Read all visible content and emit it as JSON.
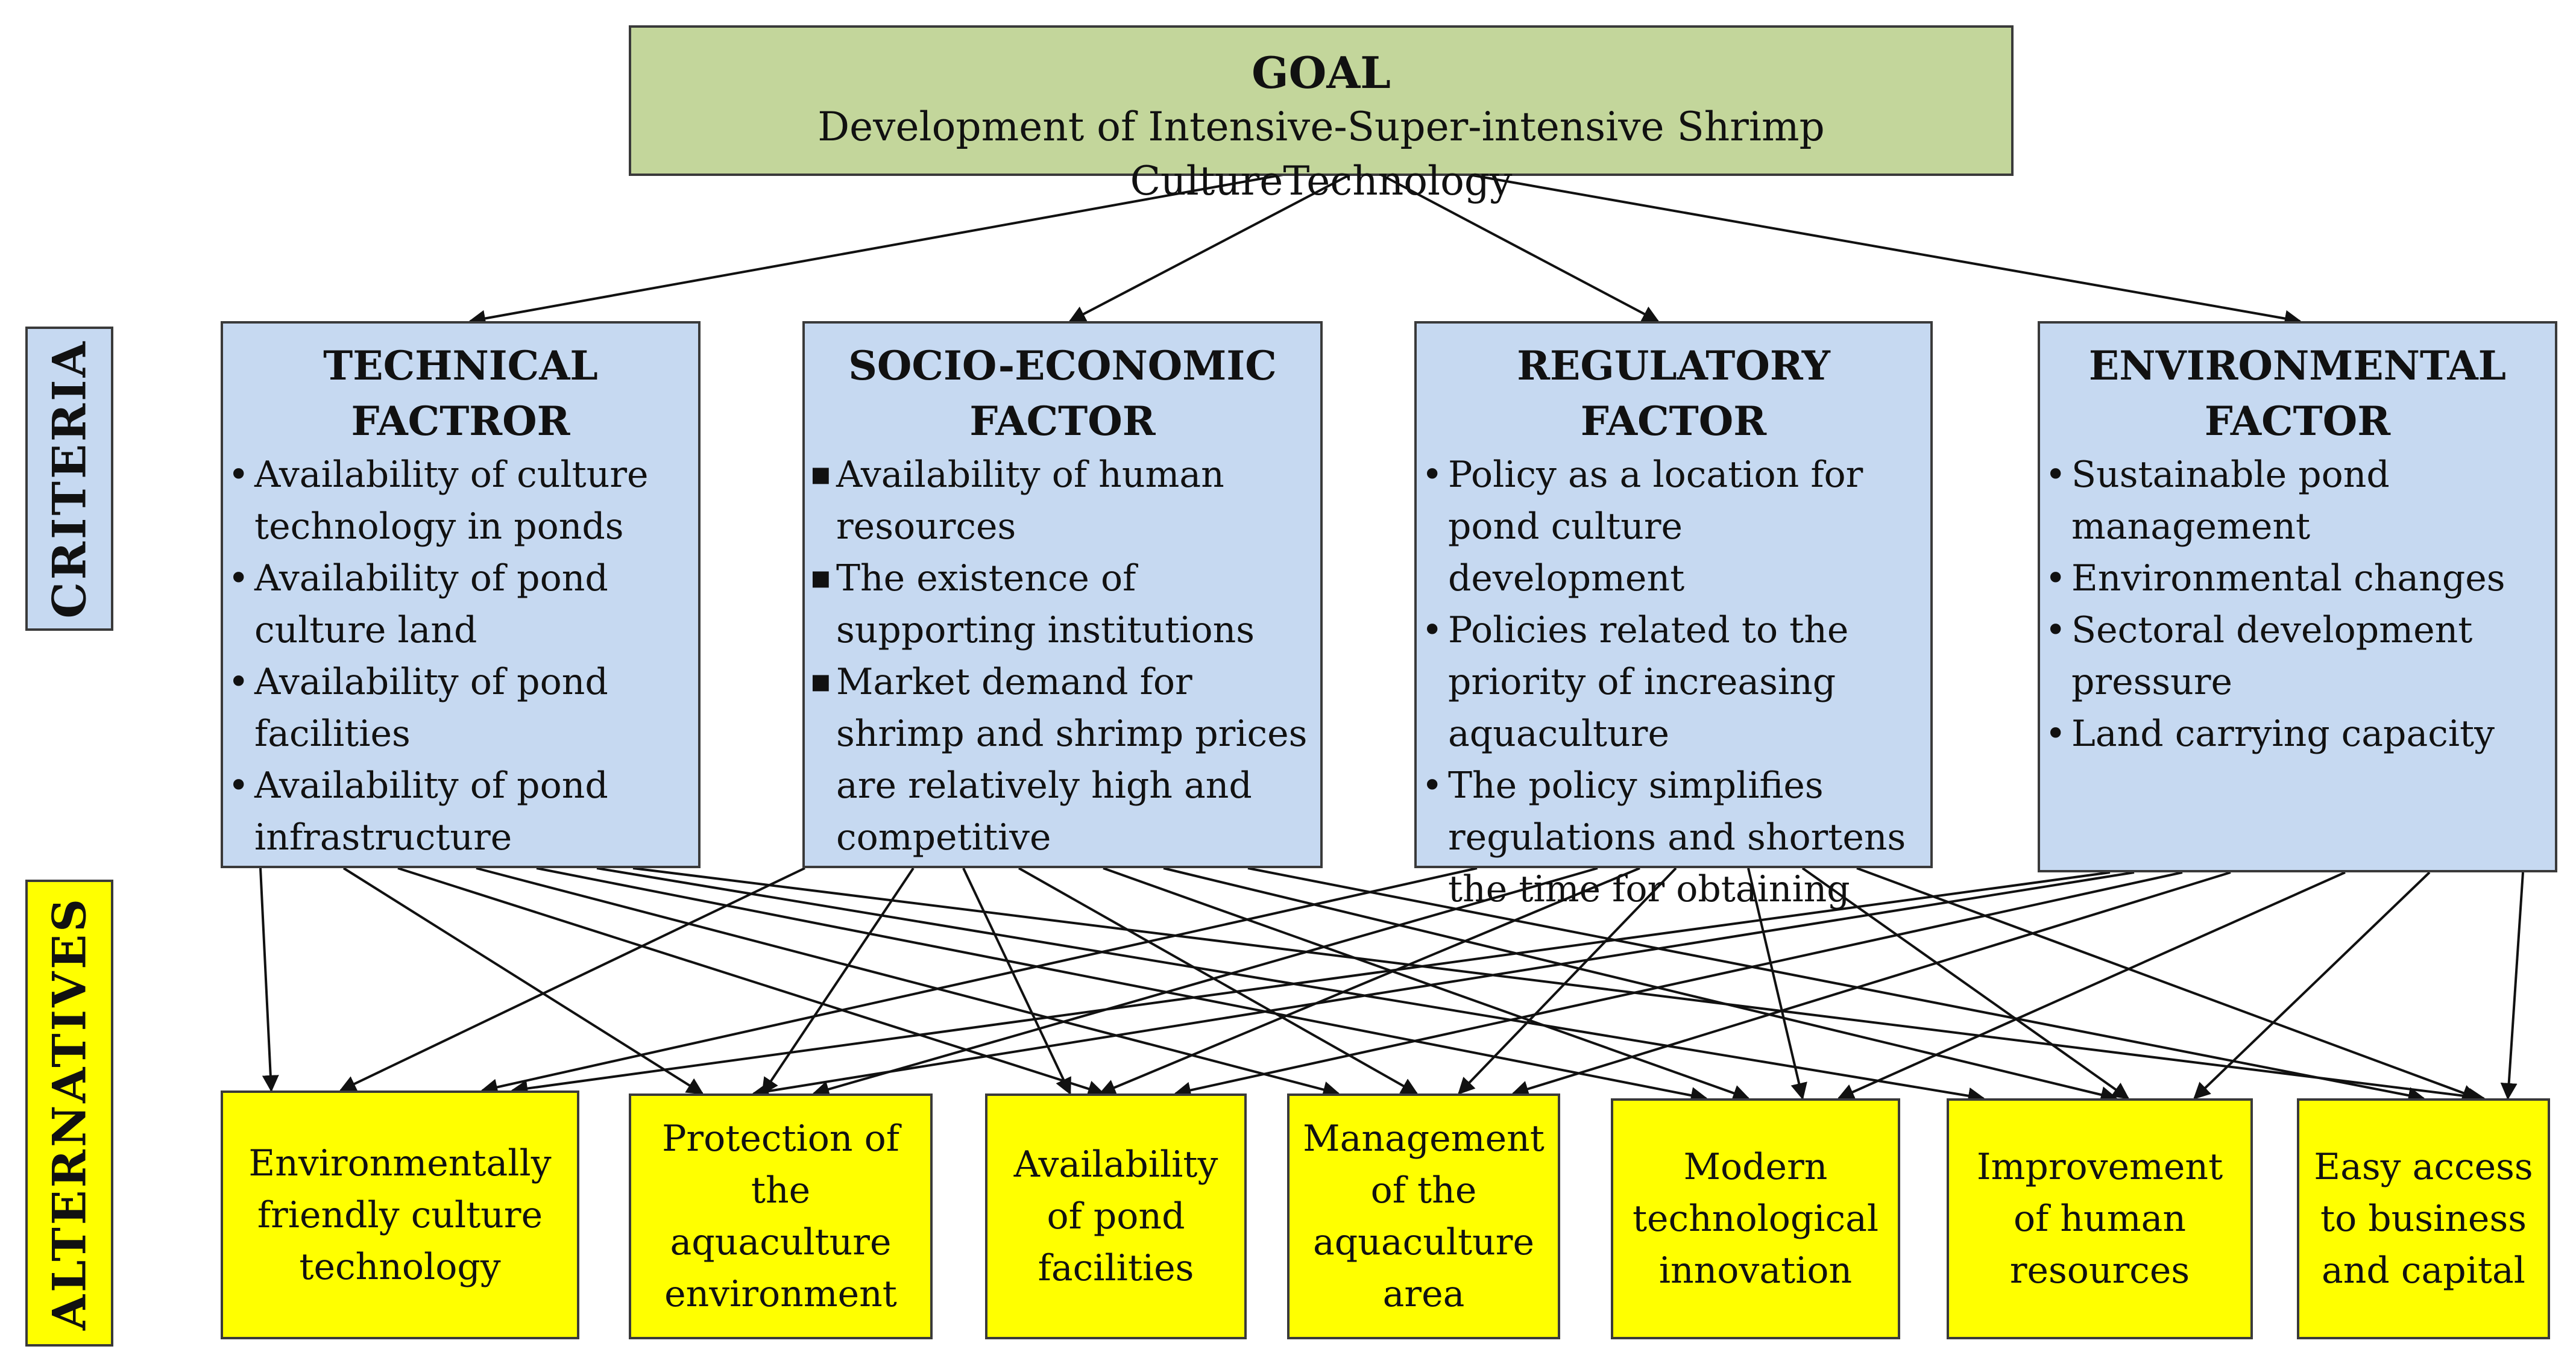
{
  "goal": {
    "title": "GOAL",
    "subtitle": "Development of Intensive-Super-intensive Shrimp CultureTechnology"
  },
  "side_labels": {
    "criteria": "CRITERIA",
    "alternatives": "ALTERNATIVES"
  },
  "criteria": [
    {
      "title_line1": "TECHNICAL",
      "title_line2": "FACTROR",
      "bullet_style": "dot",
      "items": [
        "Availability of culture technology in ponds",
        "Availability of pond culture  land",
        "Availability of pond facilities",
        "Availability of pond infrastructure"
      ]
    },
    {
      "title_line1": "SOCIO-ECONOMIC",
      "title_line2": "FACTOR",
      "bullet_style": "square",
      "items": [
        "Availability of human resources",
        "The existence of supporting institutions",
        "Market demand for shrimp and shrimp prices are relatively high and competitive"
      ]
    },
    {
      "title_line1": "REGULATORY",
      "title_line2": "FACTOR",
      "bullet_style": "dot",
      "items": [
        "Policy as a location for pond culture development",
        "Policies related to the priority of increasing aquaculture",
        "The policy simplifies regulations and shortens the time for obtaining"
      ]
    },
    {
      "title_line1": "ENVIRONMENTAL",
      "title_line2": "FACTOR",
      "bullet_style": "dot",
      "items": [
        "Sustainable pond management",
        "Environmental changes",
        "Sectoral development pressure",
        "Land carrying capacity"
      ]
    }
  ],
  "alternatives": [
    "Environmentally friendly culture technology",
    "Protection of the aquaculture environment",
    "Availability of pond facilities",
    "Management of the aquaculture area",
    "Modern technological innovation",
    "Improvement of human resources",
    "Easy access to business and capital"
  ],
  "colors": {
    "goal": "#c3d69b",
    "criteria": "#c6d9f1",
    "alternatives": "#ffff00",
    "border": "#3a3a3a",
    "arrow": "#111111"
  }
}
